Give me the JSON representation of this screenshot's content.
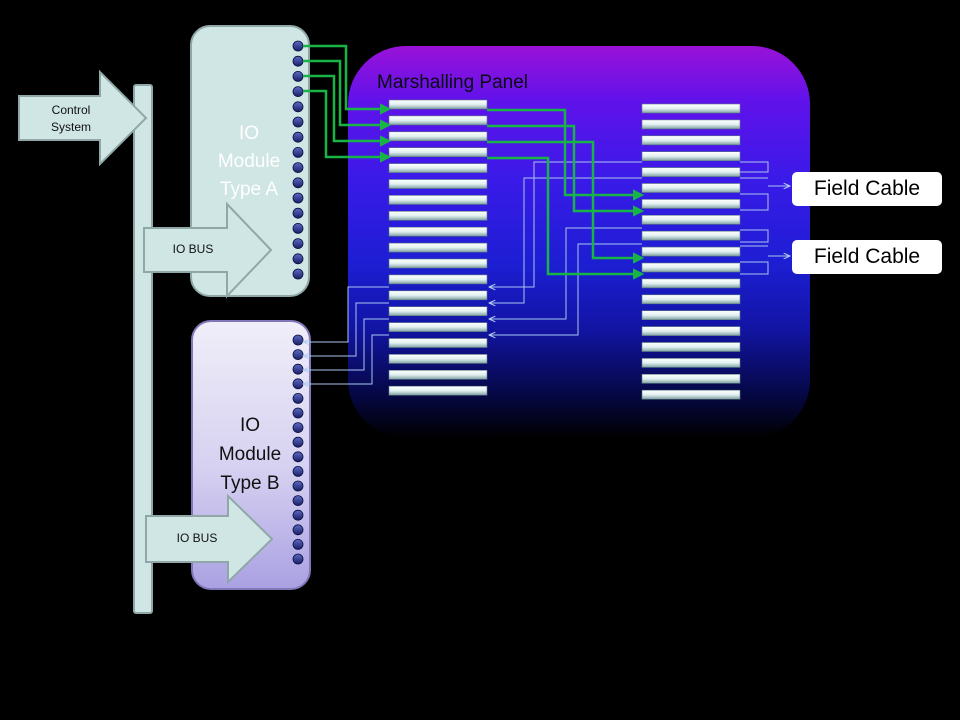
{
  "control_system": {
    "label": "Control System"
  },
  "io_module_a": {
    "label": "IO Module Type A",
    "bus_label": "IO BUS",
    "color": "#cfe6e4"
  },
  "io_module_b": {
    "label": "IO Module Type B",
    "bus_label": "IO BUS",
    "color": "#c6c0ee"
  },
  "marshalling_panel": {
    "title": "Marshalling Panel"
  },
  "field_cables": [
    {
      "label": "Field Cable"
    },
    {
      "label": "Field Cable"
    }
  ],
  "colors": {
    "background": "#000000",
    "connection_green": "#18b448",
    "connection_blue": "#a9c6ee",
    "terminal": "#26307e",
    "panel_top": "#9a12d8",
    "panel_bottom": "#000000"
  }
}
